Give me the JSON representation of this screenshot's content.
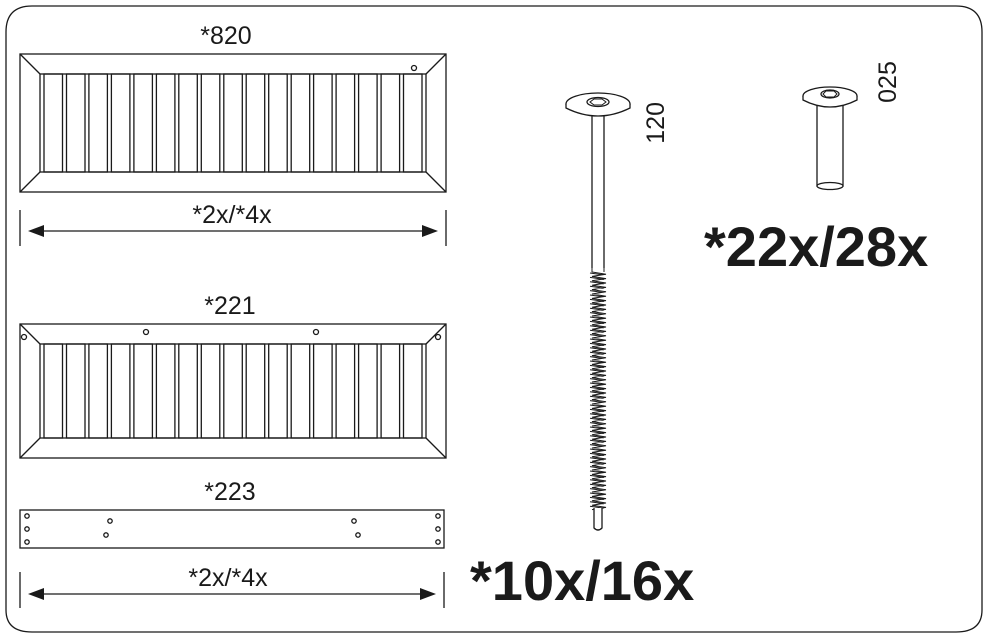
{
  "panels": {
    "panel_a": {
      "code": "*820",
      "quantity": "*2x/*4x"
    },
    "panel_b": {
      "code": "*221"
    },
    "strip": {
      "code": "*223",
      "quantity": "*2x/*4x"
    }
  },
  "fasteners": {
    "long_bolt": {
      "length": "120",
      "quantity": "*10x/16x"
    },
    "short_bolt": {
      "length": "025",
      "quantity": "*22x/28x"
    }
  },
  "colors": {
    "line": "#1a1a1a",
    "background": "#ffffff"
  }
}
